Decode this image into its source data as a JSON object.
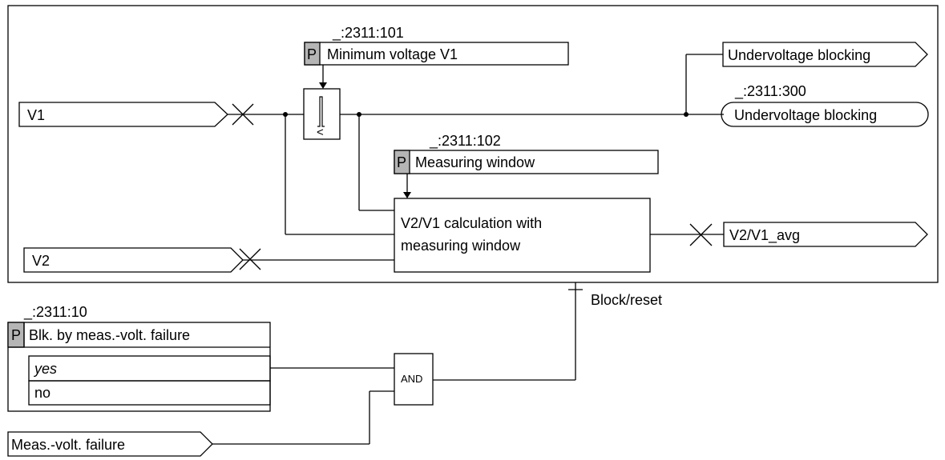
{
  "params": {
    "min_voltage": {
      "id": "_:2311:101",
      "tag": "P",
      "label": "Minimum voltage V1"
    },
    "meas_window": {
      "id": "_:2311:102",
      "tag": "P",
      "label": "Measuring window"
    },
    "blk_failure": {
      "id": "_:2311:10",
      "tag": "P",
      "label": "Blk. by meas.-volt. failure",
      "options": [
        "yes",
        "no"
      ]
    }
  },
  "inputs": {
    "v1": "V1",
    "v2": "V2",
    "meas_fail": "Meas.-volt. failure"
  },
  "outputs": {
    "uv_block_signal": "Undervoltage blocking",
    "uv_block_indication": {
      "id": "_:2311:300",
      "label": "Undervoltage blocking"
    },
    "v2v1_avg": "V2/V1_avg"
  },
  "blocks": {
    "comparator_symbol": "<",
    "calc_line1": "V2/V1 calculation with",
    "calc_line2": "measuring window",
    "and_gate": "AND",
    "block_reset": "Block/reset"
  }
}
